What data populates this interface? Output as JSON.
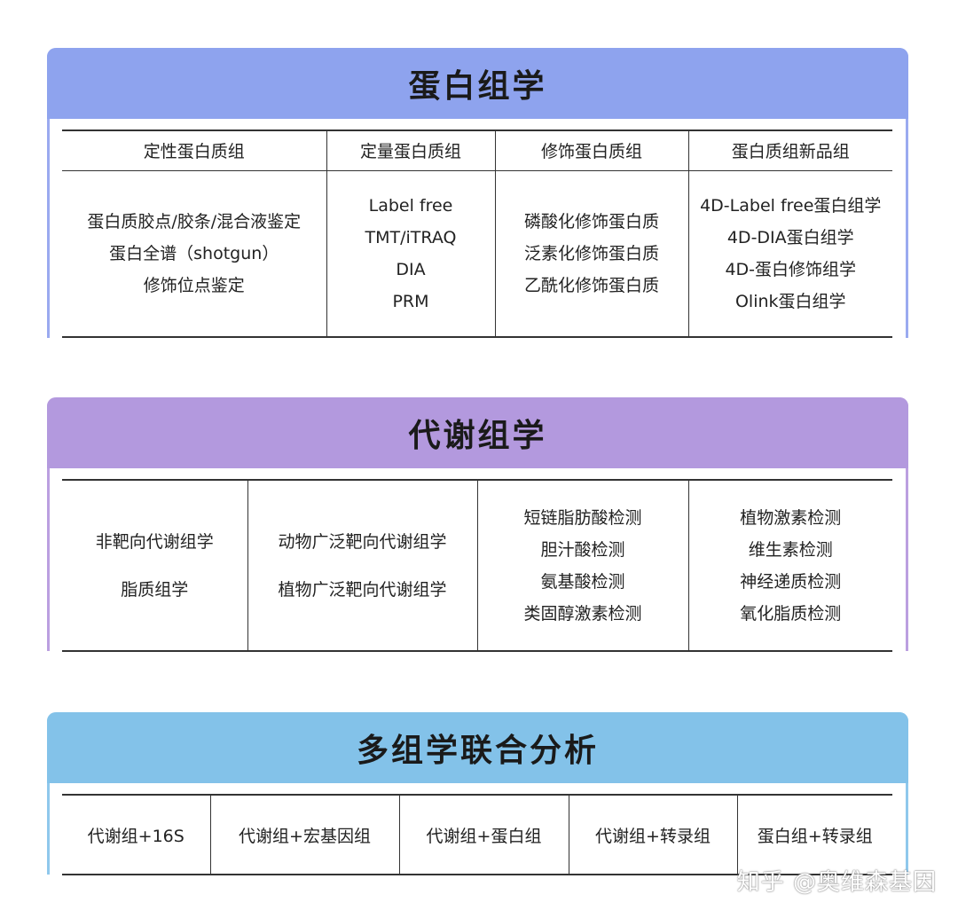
{
  "colors": {
    "proteomics_header": "#8ea3ee",
    "metabolomics_header": "#b399de",
    "multiomics_header": "#83c2e9",
    "proteomics_side": "#9aaaf0",
    "metabolomics_side": "#bb9fe0",
    "multiomics_side": "#8fc8ec"
  },
  "proteomics": {
    "title": "蛋白组学",
    "headers": [
      "定性蛋白质组",
      "定量蛋白质组",
      "修饰蛋白质组",
      "蛋白质组新品组"
    ],
    "col1": [
      "蛋白质胶点/胶条/混合液鉴定",
      "蛋白全谱（shotgun）",
      "修饰位点鉴定"
    ],
    "col2": [
      "Label free",
      "TMT/iTRAQ",
      "DIA",
      "PRM"
    ],
    "col3": [
      "磷酸化修饰蛋白质",
      "泛素化修饰蛋白质",
      "乙酰化修饰蛋白质"
    ],
    "col4": [
      "4D-Label free蛋白组学",
      "4D-DIA蛋白组学",
      "4D-蛋白修饰组学",
      "Olink蛋白组学"
    ]
  },
  "metabolomics": {
    "title": "代谢组学",
    "col1": [
      "非靶向代谢组学",
      "脂质组学"
    ],
    "col2": [
      "动物广泛靶向代谢组学",
      "植物广泛靶向代谢组学"
    ],
    "col3": [
      "短链脂肪酸检测",
      "胆汁酸检测",
      "氨基酸检测",
      "类固醇激素检测"
    ],
    "col4": [
      "植物激素检测",
      "维生素检测",
      "神经递质检测",
      "氧化脂质检测"
    ]
  },
  "multiomics": {
    "title": "多组学联合分析",
    "items": [
      "代谢组+16S",
      "代谢组+宏基因组",
      "代谢组+蛋白组",
      "代谢组+转录组",
      "蛋白组+转录组"
    ]
  },
  "watermark": "知乎 @奥维森基因"
}
